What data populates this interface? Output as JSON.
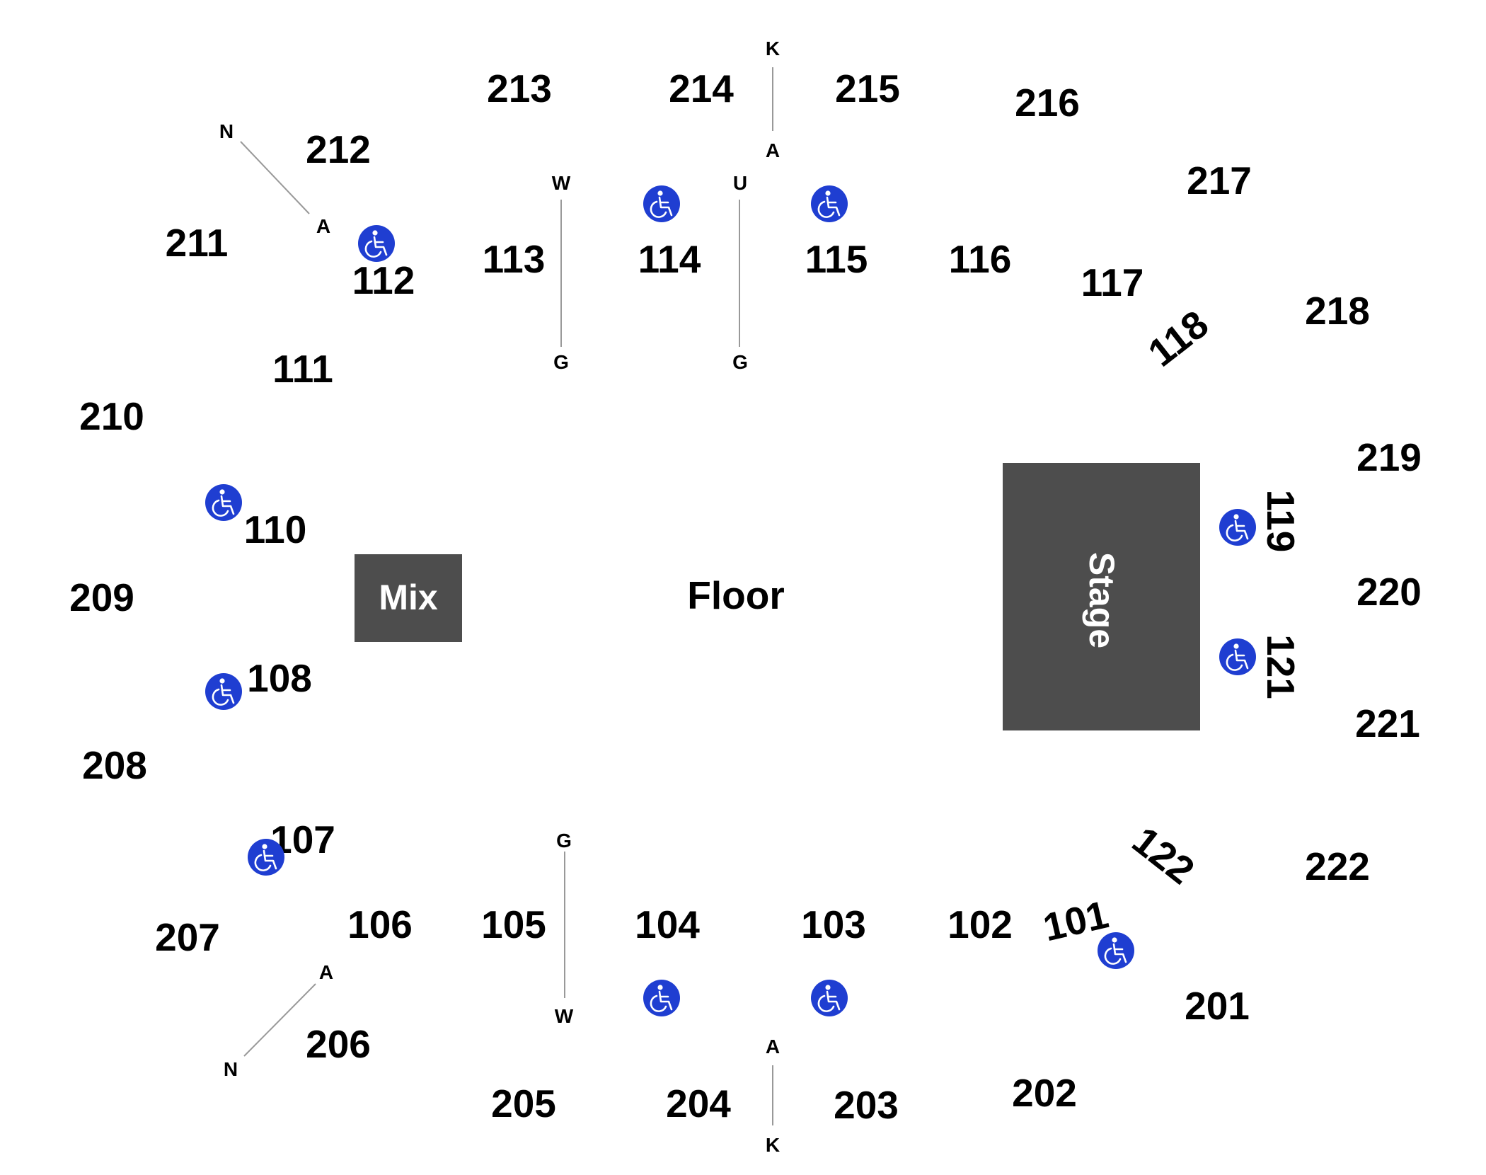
{
  "map": {
    "floor_label": "Floor",
    "mix_label": "Mix",
    "stage_label": "Stage",
    "accent_color": "#1f3ed1",
    "box_color": "#4d4d4d",
    "lower_sections": [
      "101",
      "102",
      "103",
      "104",
      "105",
      "106",
      "107",
      "108",
      "110",
      "111",
      "112",
      "113",
      "114",
      "115",
      "116",
      "117",
      "118",
      "119",
      "121",
      "122"
    ],
    "upper_sections": [
      "201",
      "202",
      "203",
      "204",
      "205",
      "206",
      "207",
      "208",
      "209",
      "210",
      "211",
      "212",
      "213",
      "214",
      "215",
      "216",
      "217",
      "218",
      "219",
      "220",
      "221",
      "222"
    ],
    "row_markers": {
      "sec212_front": "A",
      "sec212_back": "N",
      "sec113_front": "G",
      "sec113_back": "W",
      "sec115_front": "G",
      "sec115_back": "U",
      "sec215_front": "A",
      "sec215_back": "K",
      "sec105_front": "G",
      "sec105_back": "W",
      "sec206_front": "A",
      "sec206_back": "N",
      "sec203_front": "A",
      "sec203_back": "K"
    },
    "accessible_icon": "wheelchair-icon"
  }
}
